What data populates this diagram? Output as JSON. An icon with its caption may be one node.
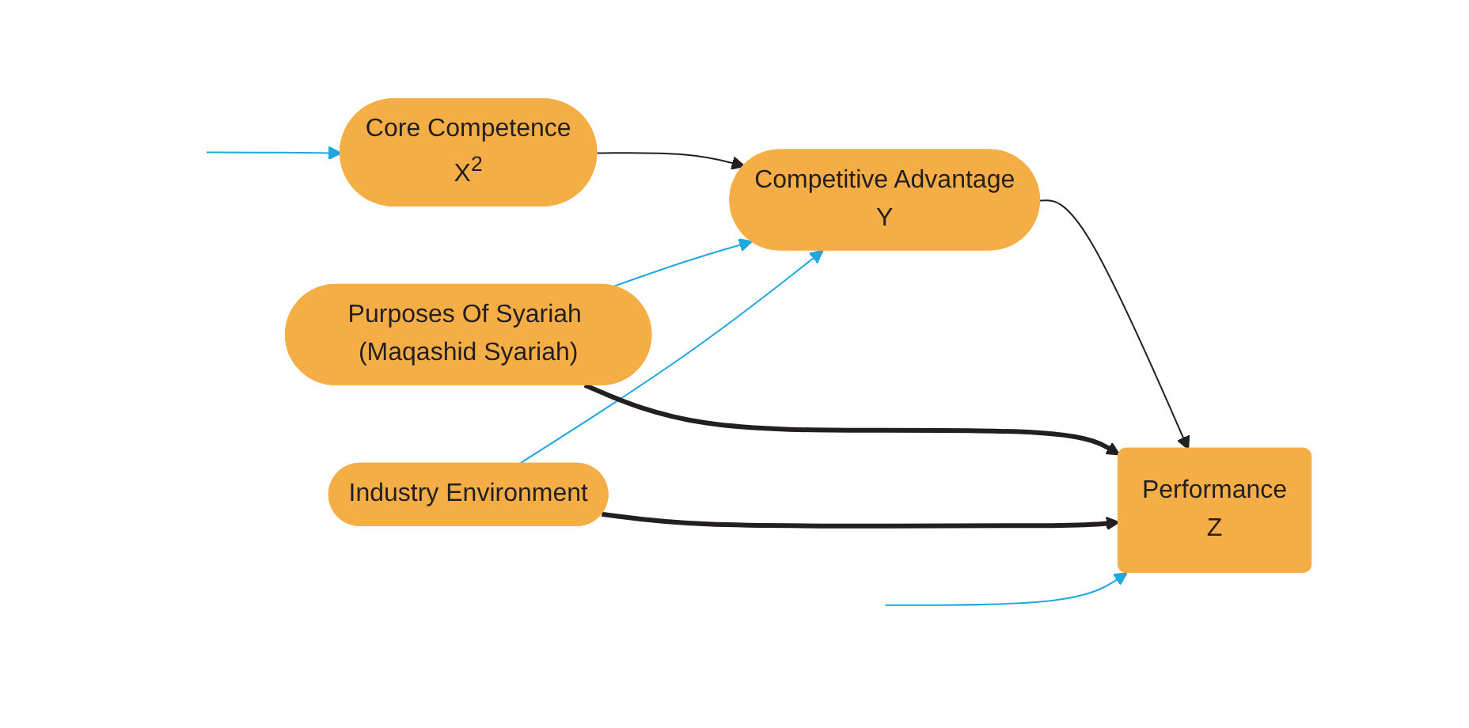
{
  "diagram": {
    "nodes": [
      {
        "text": [
          "Purposes Of Syariah (Maqashid Syariah)"
        ]
      },
      {
        "text": [
          "Core Competence",
          "X$^{2}$"
        ]
      },
      {
        "text": [
          "Competitive Advantage",
          "Y"
        ]
      },
      {
        "text": [
          "Performance",
          "Z"
        ]
      },
      {
        "text": [
          "Industry Environment"
        ]
      }
    ],
    "edges": [
      {
        "from": null,
        "to": 1,
        "arrow": "to",
        "color": "#1ea7e1"
      },
      {
        "from": 1,
        "to": 2,
        "arrow": "to",
        "color": "#231f20"
      },
      {
        "from": 0,
        "to": 2,
        "arrow": "to",
        "color": "#1ea7e1"
      },
      {
        "from": 4,
        "to": 2,
        "arrow": "to",
        "color": "#1ea7e1"
      },
      {
        "from": 2,
        "to": 3,
        "arrow": "to",
        "color": "#231f20"
      },
      {
        "from": 0,
        "to": 3,
        "arrow": "to",
        "style": "thick",
        "color": "#231f20"
      },
      {
        "from": 4,
        "to": 3,
        "arrow": "to",
        "style": "thick",
        "color": "#231f20"
      },
      {
        "from": null,
        "to": 3,
        "arrow": "to",
        "color": "#1ea7e1"
      }
    ]
  }
}
